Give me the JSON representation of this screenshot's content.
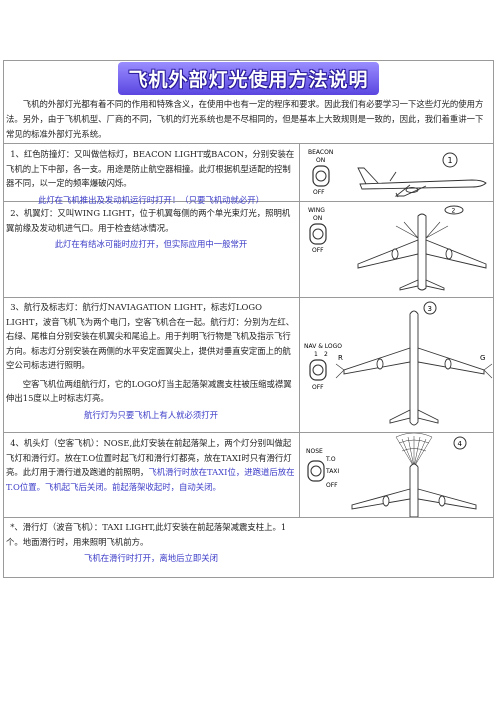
{
  "title": "飞机外部灯光使用方法说明",
  "intro": "飞机的外部灯光都有着不同的作用和特殊含义，在使用中也有一定的程序和要求。因此我们有必要学习一下这些灯光的使用方法。另外，由于飞机机型、厂商的不同，飞机的灯光系统也是不尽相同的，但是基本上大致规则是一致的，因此，我们着重讲一下常见的标准外部灯光系统。",
  "sections": [
    {
      "text": "1、红色防撞灯：又叫做信标灯，BEACON LIGHT或BACON，分别安装在飞机的上下中部，各一支。用途是防止航空器相撞。此灯根据机型适配的控制器不同，以一定的频率爆破闪烁。",
      "note": "此灯在飞机推出及发动机运行时打开！（只要飞机动就必开）",
      "switch_top": "BEACON",
      "switch_on": "ON",
      "switch_off": "OFF",
      "figure_num": "1"
    },
    {
      "text": "2、机翼灯：又叫WING LIGHT，位于机翼每侧的两个单光束灯光，照明机翼前缘及发动机进气口。用于检查结冰情况。",
      "note": "此灯在有结冰可能时应打开，但实际应用中一般常开",
      "switch_top": "WING",
      "switch_on": "ON",
      "switch_off": "OFF",
      "figure_num": "2"
    },
    {
      "text": "3、航行及标志灯：航行灯NAVIAGATION LIGHT，标志灯LOGO LIGHT，波音飞机飞为两个电门，空客飞机合在一起。航行灯：分别为左红、右绿、尾椎白分别安装在机翼尖和尾追上。用于判明飞行物是飞机及指示飞行方向。标志灯分别安装在两侧的水平安定面翼尖上，提供对垂直安定面上的航空公司标志进行照明。",
      "text2": "空客飞机位两组航行灯，它的LOGO灯当主起落架减震支柱被压缩或襟翼伸出15度以上时标志灯亮。",
      "note": "航行灯为只要飞机上有人就必须打开",
      "switch_top": "NAV & LOGO",
      "switch_on": "1",
      "switch_mid": "2",
      "switch_off": "OFF",
      "figure_num": "3",
      "label_r": "R",
      "label_g": "G"
    },
    {
      "text_a": "4、机头灯（空客飞机）：NOSE,此灯安装在前起落架上，两个灯分别叫做起飞灯和滑行灯。放在T.O位置时起飞灯和滑行灯都亮，放在TAXI时只有滑行灯亮。此灯用于滑行道及跑道的前照明，",
      "text_b": "飞机滑行时放在TAXI位，进跑道后放在T.O位置。飞机起飞后关闭。前起落架收起时，自动关闭。",
      "switch_top": "NOSE",
      "switch_to": "T.O",
      "switch_taxi": "TAXI",
      "switch_off": "OFF",
      "figure_num": "4"
    },
    {
      "text": "*、滑行灯（波音飞机）：TAXI LIGHT,此灯安装在前起落架减震支柱上。1个。地面滑行时，用来照明飞机前方。",
      "note": "飞机在滑行时打开，离地后立即关闭"
    }
  ]
}
